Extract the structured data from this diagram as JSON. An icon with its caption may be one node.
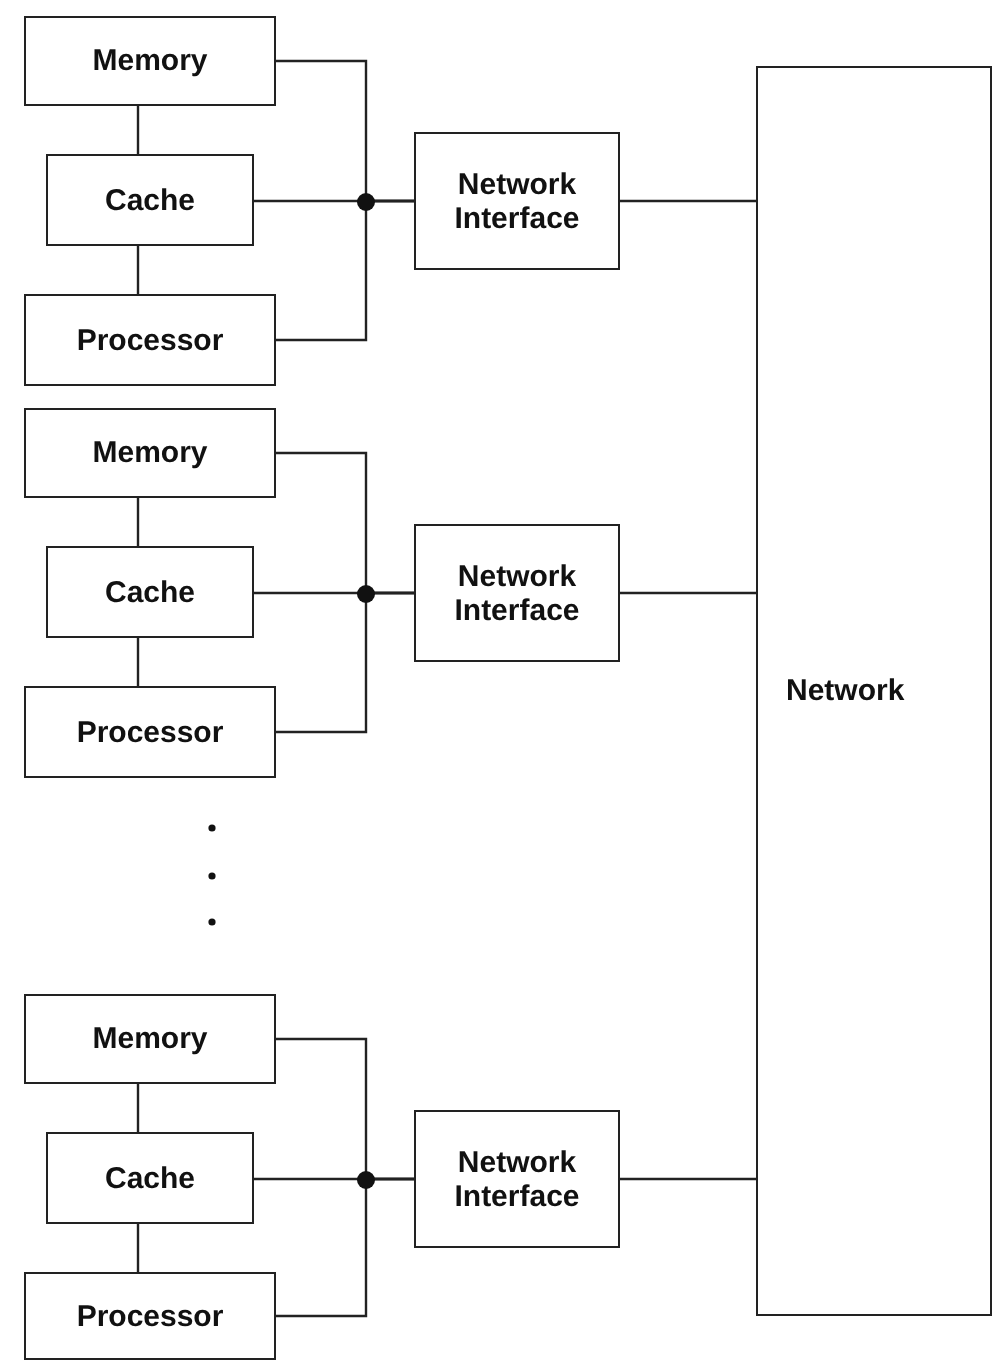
{
  "diagram": {
    "nodes": [
      {
        "text": [
          "Memory"
        ]
      },
      {
        "text": [
          "Cache"
        ]
      },
      {
        "text": [
          "Processor"
        ]
      },
      {
        "text": [
          "Network Interface"
        ]
      },
      {
        "text": [
          "Memory"
        ]
      },
      {
        "text": [
          "Cache"
        ]
      },
      {
        "text": [
          "Processor"
        ]
      },
      {
        "text": [
          "Network Interface"
        ]
      },
      {
        "text": [
          "Memory"
        ]
      },
      {
        "text": [
          "Cache"
        ]
      },
      {
        "text": [
          "Processor"
        ]
      },
      {
        "text": [
          "Network Interface"
        ]
      },
      {
        "text": [
          "Network"
        ]
      }
    ],
    "edges": [
      {
        "from": 0,
        "to": 1,
        "arrow": "none"
      },
      {
        "from": 1,
        "to": 2,
        "arrow": "none"
      },
      {
        "from": 0,
        "to": 3,
        "arrow": "none"
      },
      {
        "from": 1,
        "to": 3,
        "arrow": "none"
      },
      {
        "from": 2,
        "to": 3,
        "arrow": "none"
      },
      {
        "from": 3,
        "to": 12,
        "arrow": "none"
      },
      {
        "from": 4,
        "to": 5,
        "arrow": "none"
      },
      {
        "from": 5,
        "to": 6,
        "arrow": "none"
      },
      {
        "from": 4,
        "to": 7,
        "arrow": "none"
      },
      {
        "from": 5,
        "to": 7,
        "arrow": "none"
      },
      {
        "from": 6,
        "to": 7,
        "arrow": "none"
      },
      {
        "from": 7,
        "to": 12,
        "arrow": "none"
      },
      {
        "from": 8,
        "to": 9,
        "arrow": "none"
      },
      {
        "from": 9,
        "to": 10,
        "arrow": "none"
      },
      {
        "from": 8,
        "to": 11,
        "arrow": "none"
      },
      {
        "from": 9,
        "to": 11,
        "arrow": "none"
      },
      {
        "from": 10,
        "to": 11,
        "arrow": "none"
      },
      {
        "from": 11,
        "to": 12,
        "arrow": "none"
      }
    ]
  }
}
